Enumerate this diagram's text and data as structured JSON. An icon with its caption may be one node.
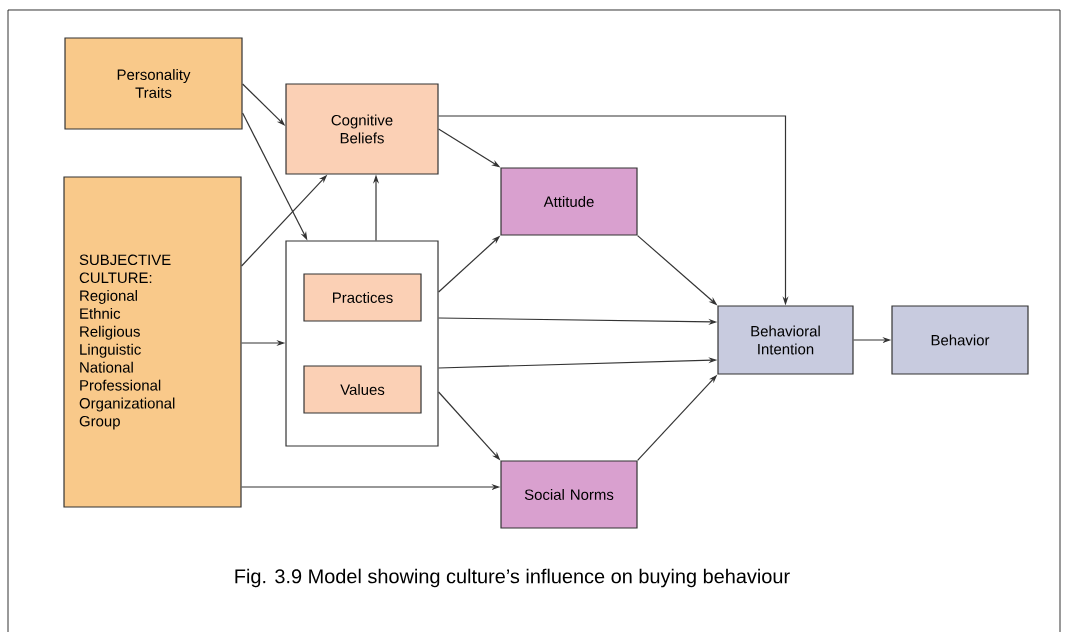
{
  "diagram": {
    "caption": "Fig. 3.9 Model showing culture’s influence on buying behaviour",
    "nodes": [
      {
        "text": [
          "Personality Traits"
        ]
      },
      {
        "text": [
          "Cognitive Beliefs"
        ]
      },
      {
        "text": [
          "SUBJECTIVE CULTURE:",
          "Regional",
          "Ethnic",
          "Religious",
          "Linguistic",
          "National",
          "Professional",
          "Organizational",
          "Group"
        ]
      },
      {
        "text": [],
        "shape": "box"
      },
      {
        "text": [
          "Practices"
        ],
        "in": 3
      },
      {
        "text": [
          "Values"
        ],
        "in": 3
      },
      {
        "text": [
          "Attitude"
        ]
      },
      {
        "text": [
          "Social Norms"
        ]
      },
      {
        "text": [
          "Behavioral Intention"
        ]
      },
      {
        "text": [
          "Behavior"
        ]
      }
    ],
    "edges": [
      {
        "from": 0,
        "to": 1,
        "arrow": "to"
      },
      {
        "from": 0,
        "to": 3,
        "arrow": "to"
      },
      {
        "from": 2,
        "to": 1,
        "arrow": "to"
      },
      {
        "from": 3,
        "to": 1,
        "arrow": "to"
      },
      {
        "from": 1,
        "to": 6,
        "arrow": "to"
      },
      {
        "from": 1,
        "to": 8,
        "arrow": "to"
      },
      {
        "from": 2,
        "to": 3,
        "arrow": "to"
      },
      {
        "from": 3,
        "to": 6,
        "arrow": "to"
      },
      {
        "from": 3,
        "to": 8,
        "arrow": "to"
      },
      {
        "from": 3,
        "to": 7,
        "arrow": "to"
      },
      {
        "from": 2,
        "to": 7,
        "arrow": "to"
      },
      {
        "from": 6,
        "to": 8,
        "arrow": "to"
      },
      {
        "from": 3,
        "to": 8,
        "arrow": "to"
      },
      {
        "from": 7,
        "to": 8,
        "arrow": "to"
      },
      {
        "from": 8,
        "to": 9,
        "arrow": "to"
      }
    ]
  }
}
